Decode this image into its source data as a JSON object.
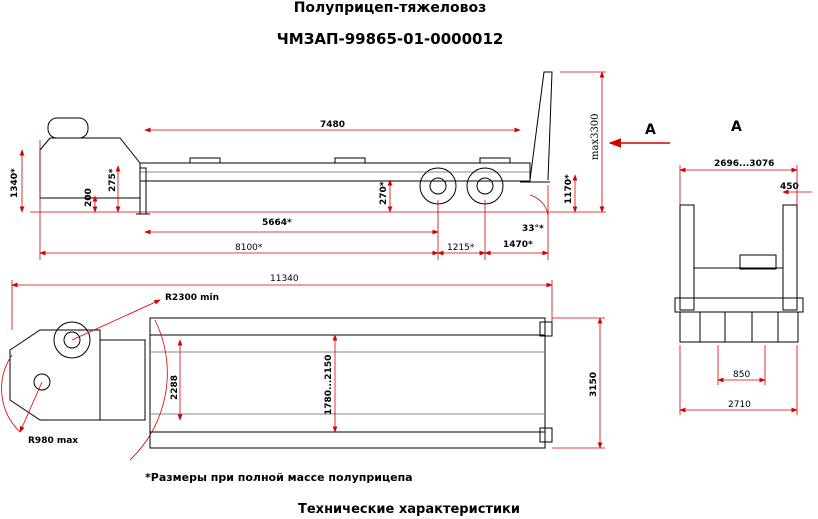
{
  "header": {
    "title": "Полуприцеп-тяжеловоз",
    "model": "ЧМЗАП-99865-01-0000012"
  },
  "footer": {
    "note": "*Размеры при полной массе полуприцепа",
    "section_title": "Технические характеристики"
  },
  "side_view": {
    "view_marker": "A",
    "dims": {
      "deck_length": "7480",
      "deck_front_to_axle": "5664*",
      "overall_to_axle": "8100*",
      "axle_spacing": "1215*",
      "rear_overhang": "1470*",
      "front_height": "1340*",
      "support_height": "275*",
      "support_low": "200",
      "deck_height": "270*",
      "rear_height": "1170*",
      "max_height": "max3300",
      "ramp_angle": "33°*"
    }
  },
  "top_view": {
    "dims": {
      "overall_length": "11340",
      "turn_radius_front": "R2300 min",
      "turn_radius_rear": "R980 max",
      "gooseneck_width": "2288",
      "deck_width_range": "1780...2150",
      "overall_width": "3150"
    }
  },
  "rear_view": {
    "label": "A",
    "dims": {
      "top_width": "2696...3076",
      "ramp_width": "450",
      "ramp_spacing": "850",
      "bottom_width": "2710"
    }
  }
}
